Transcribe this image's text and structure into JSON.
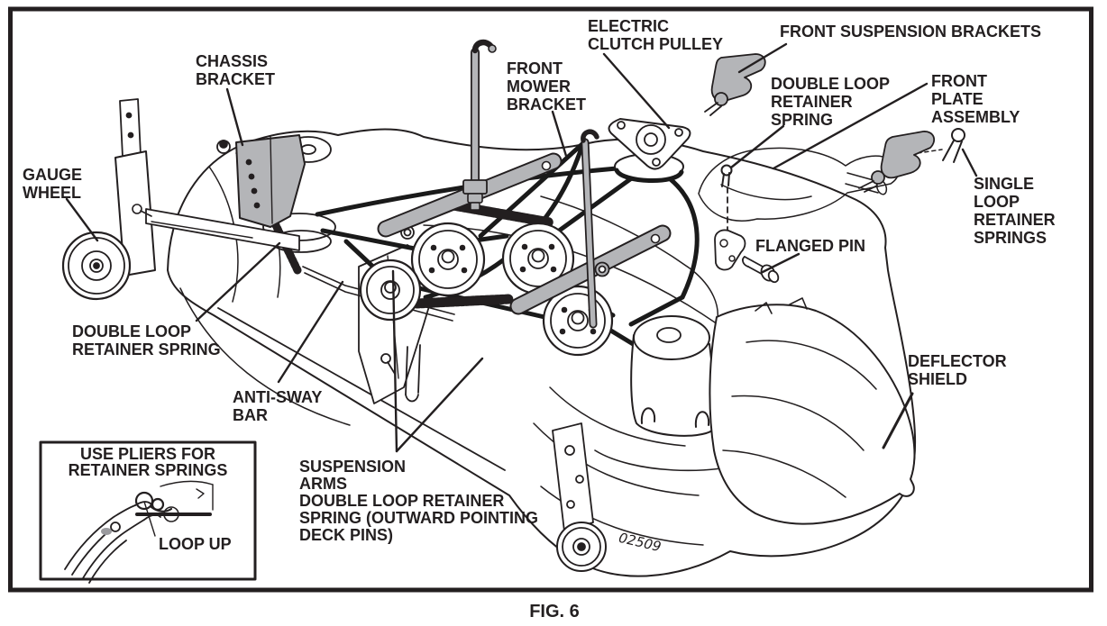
{
  "figure": {
    "caption": "FIG. 6",
    "part_number": "02509"
  },
  "colors": {
    "ink": "#231f20",
    "metal_gray": "#b4b5b8",
    "belt_black": "#1a1a1a",
    "background": "#ffffff"
  },
  "labels": {
    "gauge_wheel": "GAUGE\nWHEEL",
    "chassis_bracket": "CHASSIS\nBRACKET",
    "front_mower_bracket": "FRONT\nMOWER\nBRACKET",
    "electric_clutch_pulley": "ELECTRIC\nCLUTCH PULLEY",
    "front_suspension_brackets": "FRONT SUSPENSION BRACKETS",
    "double_loop_retainer_spring_front": "DOUBLE LOOP\nRETAINER\nSPRING",
    "front_plate_assembly": "FRONT\nPLATE\nASSEMBLY",
    "single_loop_retainer_springs": "SINGLE\nLOOP\nRETAINER\nSPRINGS",
    "flanged_pin": "FLANGED PIN",
    "double_loop_retainer_spring_left": "DOUBLE LOOP\nRETAINER SPRING",
    "anti_sway_bar": "ANTI-SWAY\nBAR",
    "suspension_arms": "SUSPENSION\nARMS\nDOUBLE LOOP RETAINER\nSPRING (OUTWARD POINTING\nDECK PINS)",
    "deflector_shield": "DEFLECTOR\nSHIELD"
  },
  "inset": {
    "title": "USE PLIERS FOR\nRETAINER SPRINGS",
    "loop_up": "LOOP UP"
  }
}
